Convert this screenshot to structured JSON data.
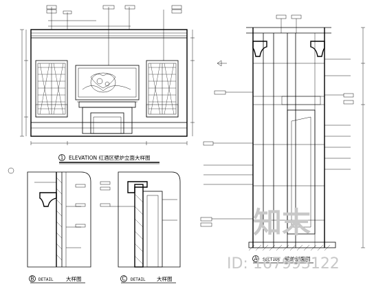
{
  "drawing": {
    "elevation_title": "ELEVATION 红酒区壁炉立面大样图",
    "section_title": "SECTION",
    "section_subtitle": "壁炉剖面图",
    "detail_b_title": "DETAIL",
    "detail_b_subtitle": "大样图",
    "detail_c_title": "DETAIL",
    "detail_c_subtitle": "大样图",
    "marker_1": "1",
    "marker_b": "B",
    "marker_c": "C",
    "marker_a": "A"
  },
  "watermark": {
    "logo_text": "知末",
    "id_text": "ID: 167993122"
  }
}
